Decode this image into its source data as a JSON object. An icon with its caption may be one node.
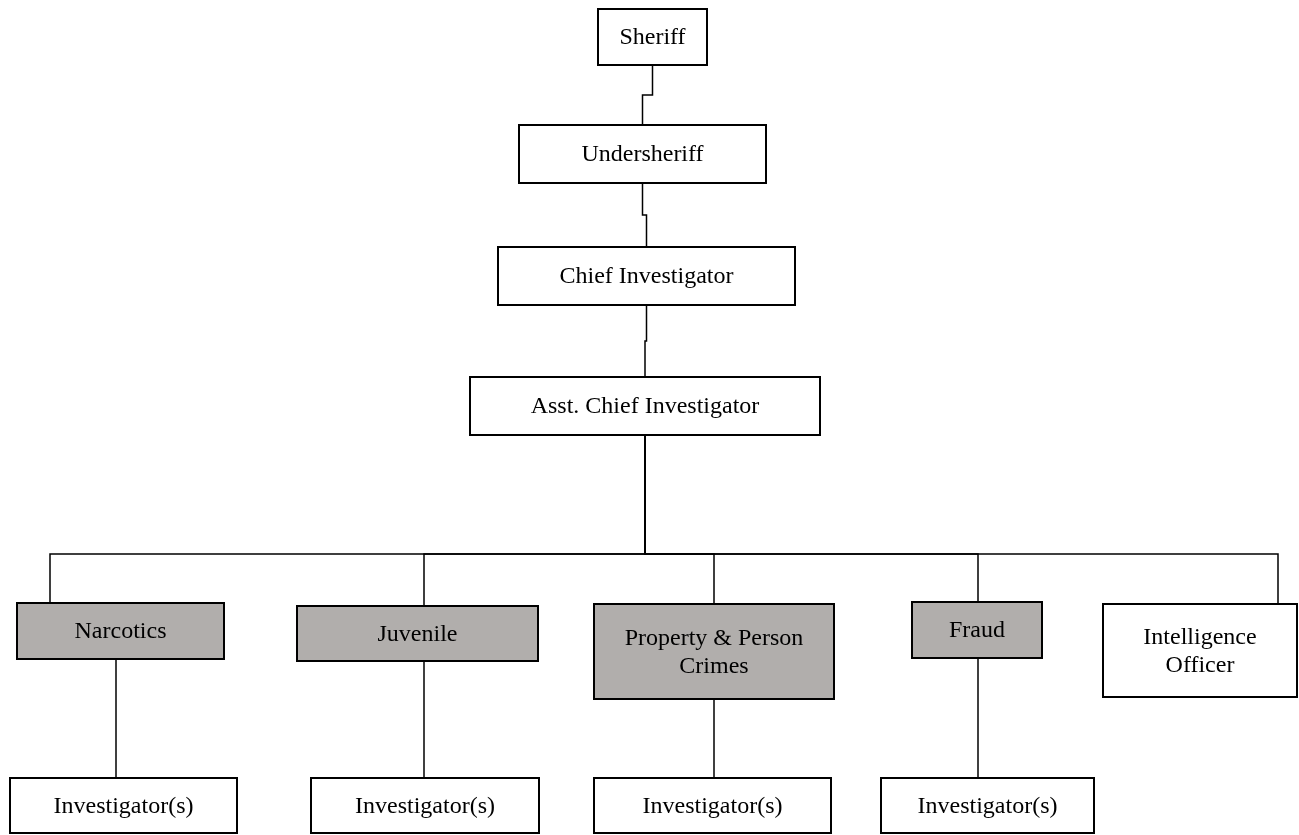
{
  "diagram": {
    "nodes": [
      {
        "text": [
          "Sheriff"
        ]
      },
      {
        "text": [
          "Undersheriff"
        ]
      },
      {
        "text": [
          "Chief Investigator"
        ]
      },
      {
        "text": [
          "Asst. Chief Investigator"
        ]
      },
      {
        "text": [
          "Narcotics"
        ]
      },
      {
        "text": [
          "Juvenile"
        ]
      },
      {
        "text": [
          "Property & Person Crimes"
        ]
      },
      {
        "text": [
          "Fraud"
        ]
      },
      {
        "text": [
          "Intelligence Officer"
        ]
      },
      {
        "text": [
          "Investigator(s)"
        ]
      },
      {
        "text": [
          "Investigator(s)"
        ]
      },
      {
        "text": [
          "Investigator(s)"
        ]
      },
      {
        "text": [
          "Investigator(s)"
        ]
      }
    ],
    "edges": [
      {
        "from": 0,
        "to": 1,
        "arrow": "none"
      },
      {
        "from": 1,
        "to": 2,
        "arrow": "none"
      },
      {
        "from": 2,
        "to": 3,
        "arrow": "none"
      },
      {
        "from": 3,
        "to": 4,
        "arrow": "none"
      },
      {
        "from": 3,
        "to": 5,
        "arrow": "none"
      },
      {
        "from": 3,
        "to": 6,
        "arrow": "none"
      },
      {
        "from": 3,
        "to": 7,
        "arrow": "none"
      },
      {
        "from": 3,
        "to": 8,
        "arrow": "none"
      },
      {
        "from": 4,
        "to": 9,
        "arrow": "none"
      },
      {
        "from": 5,
        "to": 10,
        "arrow": "none"
      },
      {
        "from": 6,
        "to": 11,
        "arrow": "none"
      },
      {
        "from": 7,
        "to": 12,
        "arrow": "none"
      }
    ]
  }
}
